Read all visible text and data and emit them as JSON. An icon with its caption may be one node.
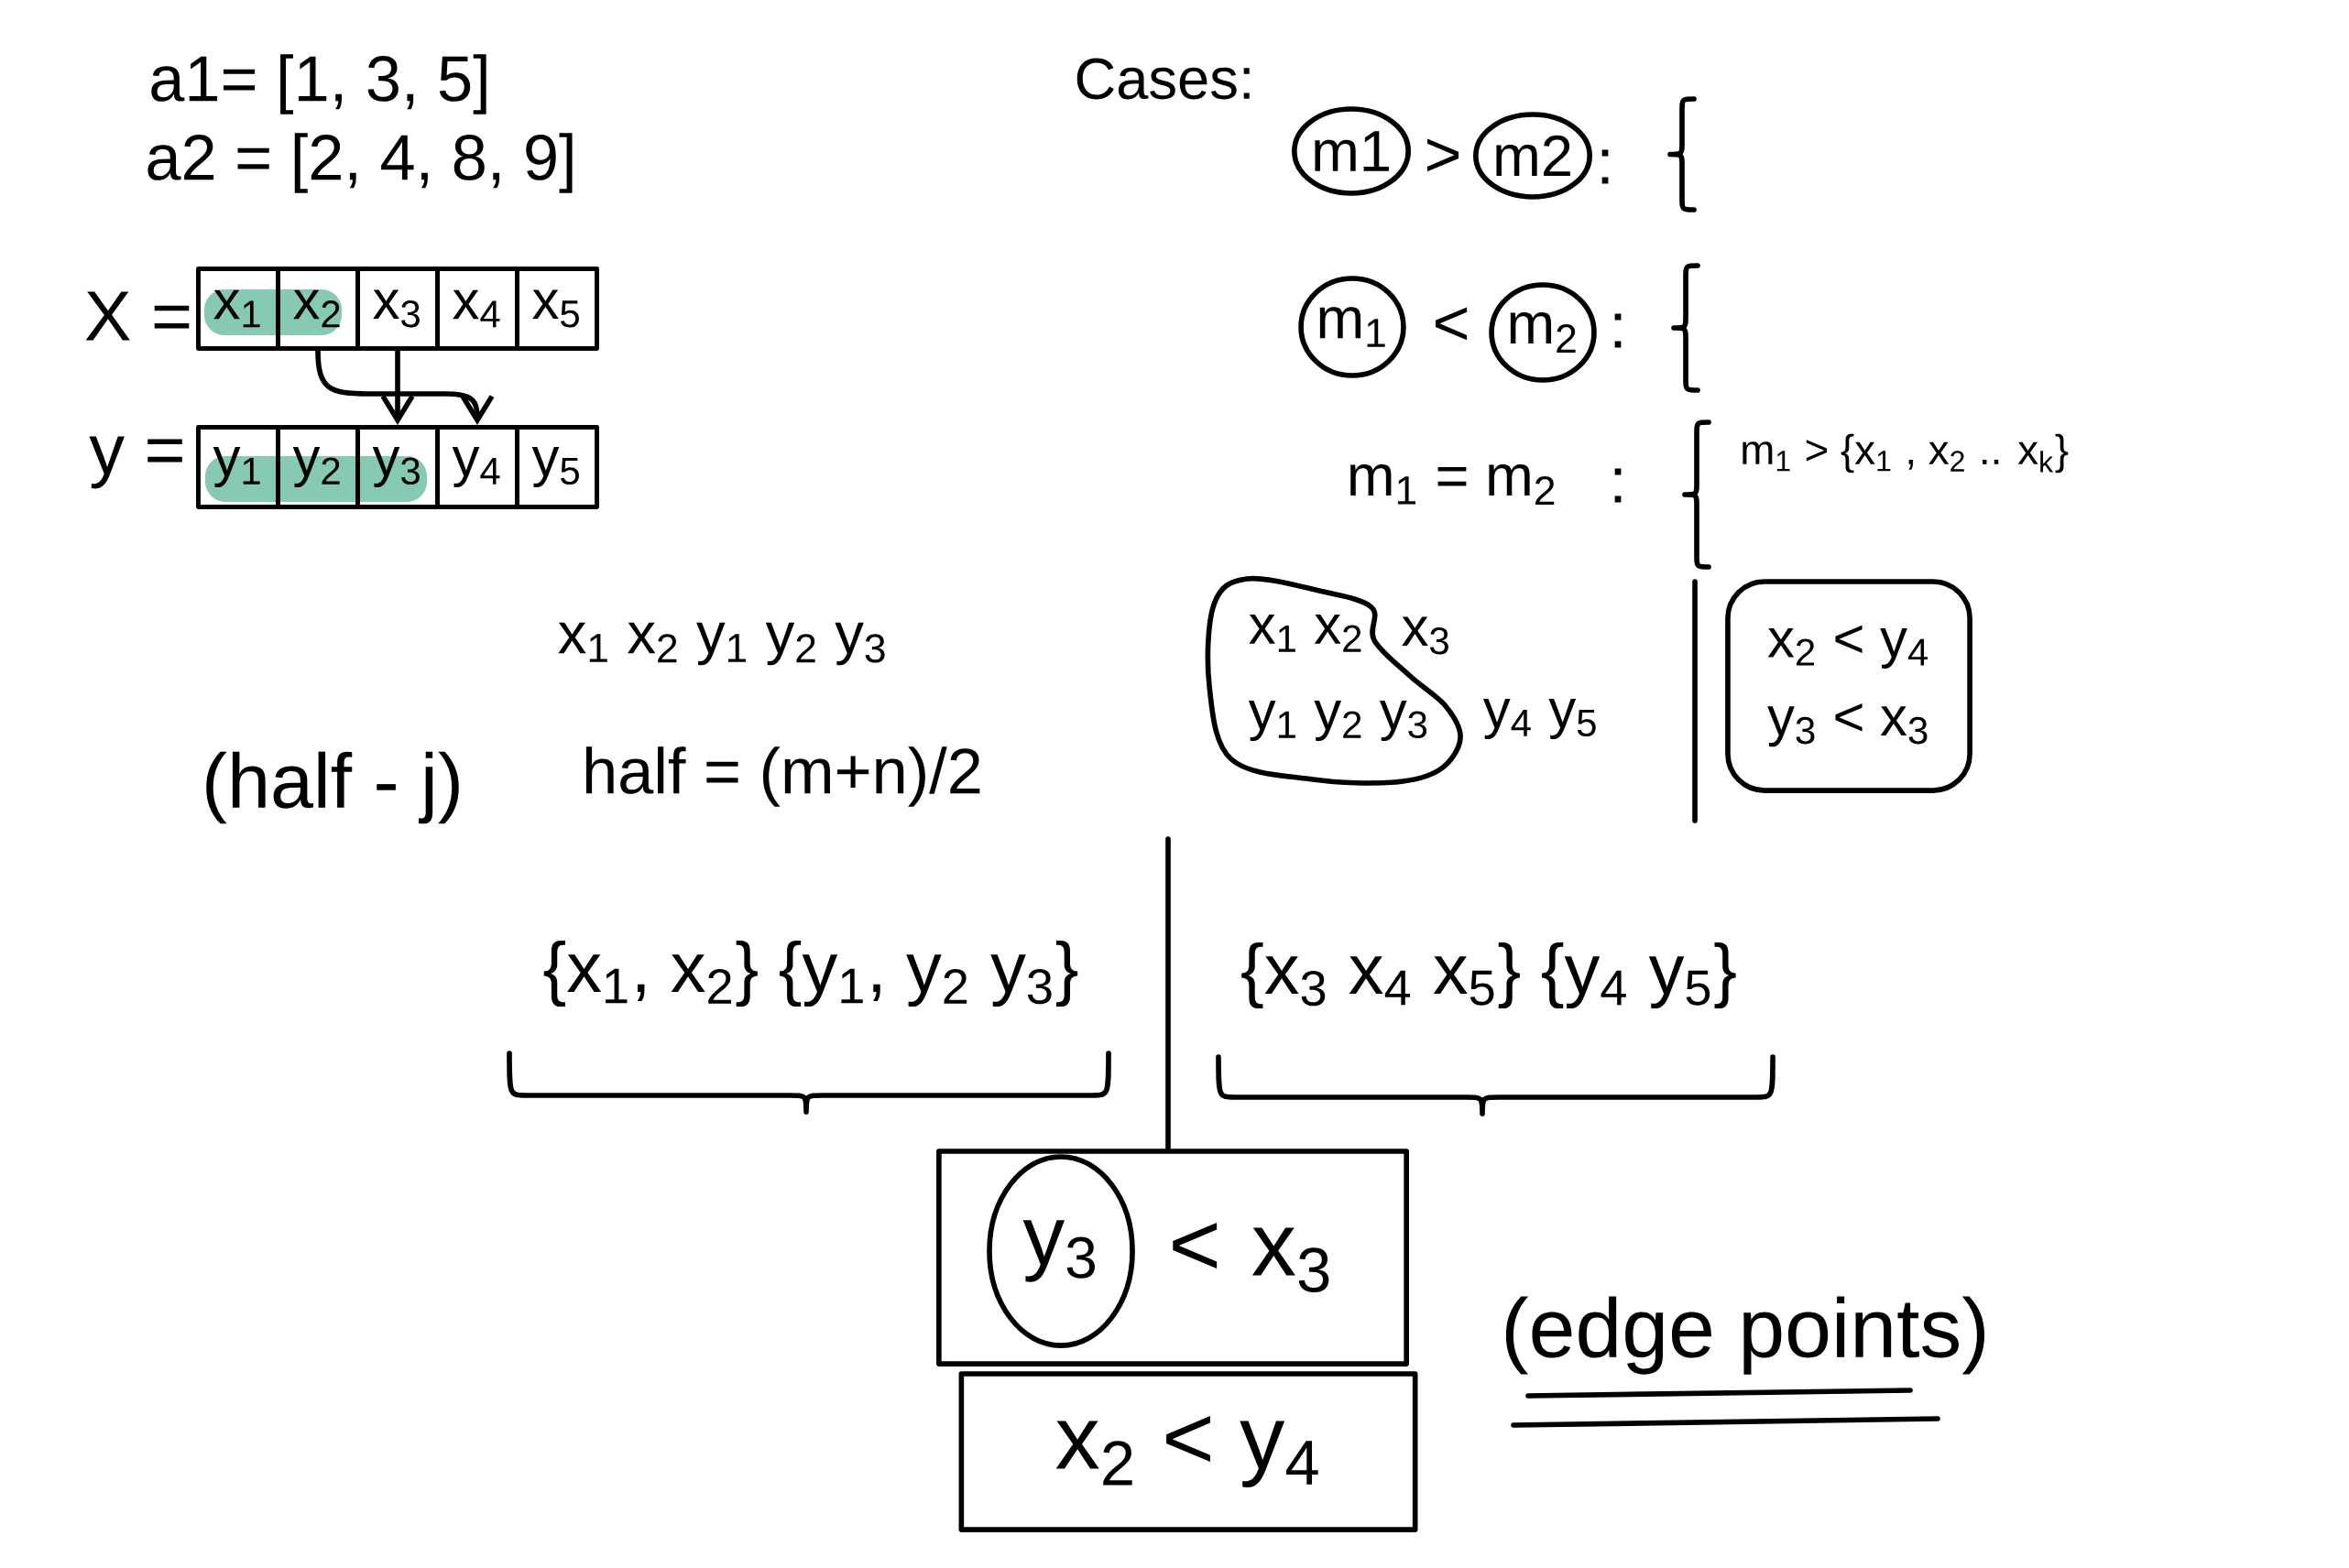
{
  "diagram": {
    "nodes": [
      {
        "text": [
          "x$_{1}$"
        ]
      },
      {
        "text": [
          "x$_{2}$"
        ]
      },
      {
        "text": [
          "x$_{3}$"
        ]
      },
      {
        "text": [
          "x$_{4}$"
        ]
      },
      {
        "text": [
          "x$_{5}$"
        ]
      },
      {
        "text": [
          "y$_{1}$"
        ]
      },
      {
        "text": [
          "y$_{2}$"
        ]
      },
      {
        "text": [
          "y$_{3}$"
        ]
      },
      {
        "text": [
          "y$_{4}$"
        ]
      },
      {
        "text": [
          "y$_{5}$"
        ]
      },
      {
        "text": [
          "m1"
        ]
      },
      {
        "text": [
          "m2"
        ]
      },
      {
        "text": [
          "m$_{1}$"
        ]
      },
      {
        "text": [
          "m$_{2}$"
        ]
      },
      {
        "text": [
          "x$_{1}$ x$_{2}$",
          "y$_{1}$ y$_{2}$ y$_{3}$"
        ]
      },
      {
        "text": [
          "x$_{2}$ < y$_{4}$",
          "y$_{3}$ < x$_{3}$"
        ]
      },
      {
        "text": [
          "< x$_{3}$"
        ]
      },
      {
        "text": [
          "y$_{3}$"
        ],
        "in": 16
      },
      {
        "text": [
          "x$_{2}$ < y$_{4}$"
        ]
      }
    ],
    "edges": [
      {
        "from": 1,
        "to": 8,
        "arrow": "to"
      },
      {
        "from": 2,
        "to": 7,
        "arrow": "to"
      }
    ],
    "labels": [
      "a1= [1, 3, 5]",
      "Cases:",
      ">",
      ":",
      "a2 = [2, 4, 8, 9]",
      "X =",
      "<",
      ":",
      "y =",
      "m$_{1}$ = m$_{2}$",
      ":",
      "m$_{1}$ > {x$_{1}$ , x$_{2}$ .. x$_{k}$}",
      "x$_{1}$ x$_{2}$ y$_{1}$ y$_{2}$ y$_{3}$",
      "x$_{3}$",
      "y$_{4}$ y$_{5}$",
      "(half - j)",
      "half = (m+n)/2",
      "{x$_{1}$, x$_{2}$} {y$_{1}$, y$_{2}$ y$_{3}$}",
      "{x$_{3}$ x$_{4}$ x$_{5}$} {y$_{4}$ y$_{5}$}",
      "(edge points)"
    ]
  }
}
